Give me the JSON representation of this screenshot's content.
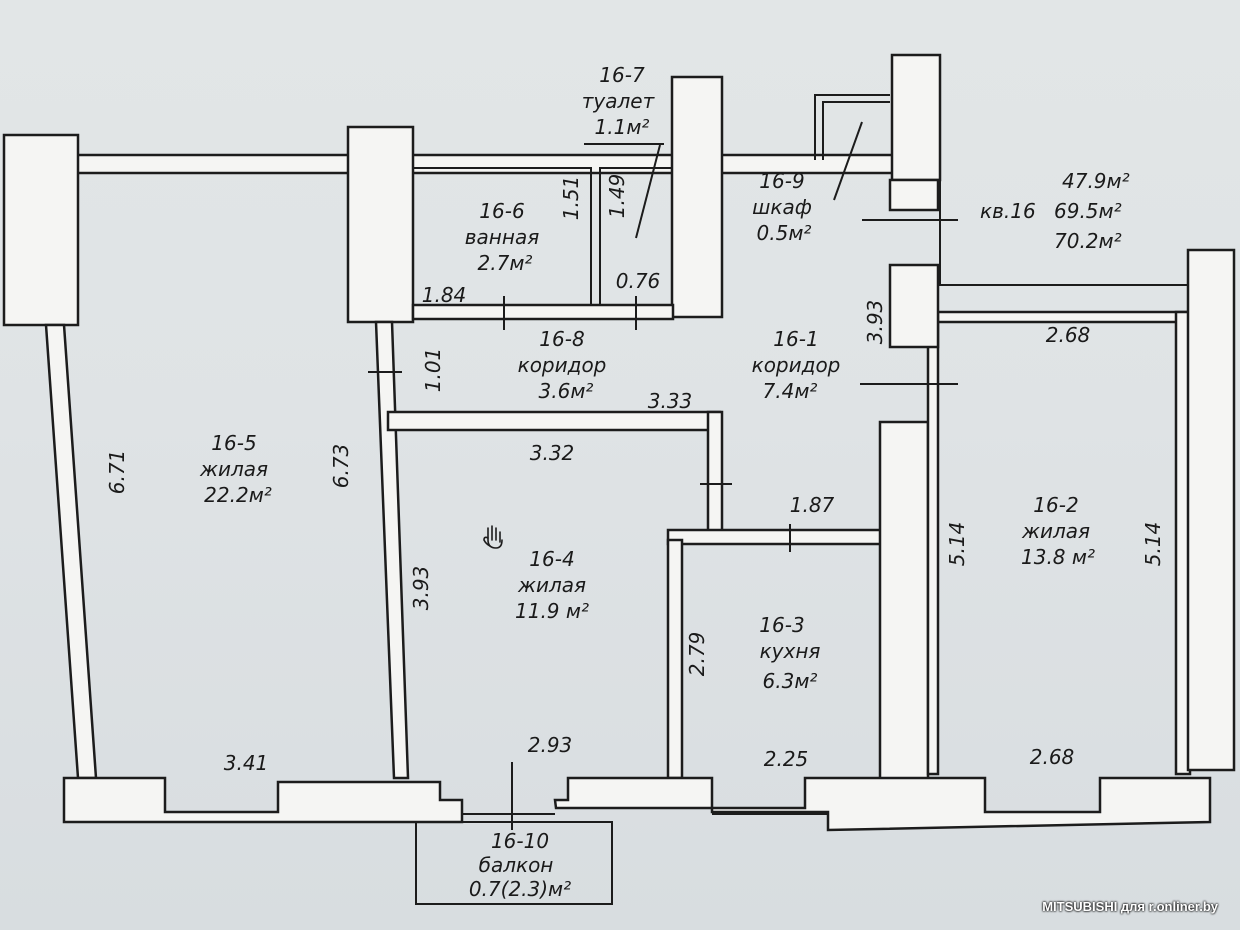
{
  "apartment": {
    "label": "кв.16",
    "areas": [
      "47.9м²",
      "69.5м²",
      "70.2м²"
    ]
  },
  "rooms": [
    {
      "id": "16-1",
      "name": "коридор",
      "area": "7.4м²"
    },
    {
      "id": "16-2",
      "name": "жилая",
      "area": "13.8 м²"
    },
    {
      "id": "16-3",
      "name": "кухня",
      "area": "6.3м²"
    },
    {
      "id": "16-4",
      "name": "жилая",
      "area": "11.9 м²"
    },
    {
      "id": "16-5",
      "name": "жилая",
      "area": "22.2м²"
    },
    {
      "id": "16-6",
      "name": "ванная",
      "area": "2.7м²"
    },
    {
      "id": "16-7",
      "name": "туалет",
      "area": "1.1м²"
    },
    {
      "id": "16-8",
      "name": "коридор",
      "area": "3.6м²"
    },
    {
      "id": "16-9",
      "name": "шкаф",
      "area": "0.5м²"
    },
    {
      "id": "16-10",
      "name": "балкон",
      "area": "0.7(2.3)м²"
    }
  ],
  "dimensions": {
    "room5_left": "6.71",
    "room5_right": "6.73",
    "room5_bottom": "3.41",
    "room6_height": "1.51",
    "room6_bottom": "1.84",
    "room7_height": "1.49",
    "room7_bottom": "0.76",
    "room8_height": "1.01",
    "room8_bottom": "3.33",
    "room1_height": "3.93",
    "room4_top": "3.32",
    "room4_left": "3.93",
    "room4_bottom": "2.93",
    "room3_top": "1.87",
    "room3_left": "2.79",
    "room3_bottom": "2.25",
    "room2_top": "2.68",
    "room2_left": "5.14",
    "room2_right": "5.14",
    "room2_bottom": "2.68"
  },
  "watermark": "MITSUBISHI для r.onliner.by"
}
